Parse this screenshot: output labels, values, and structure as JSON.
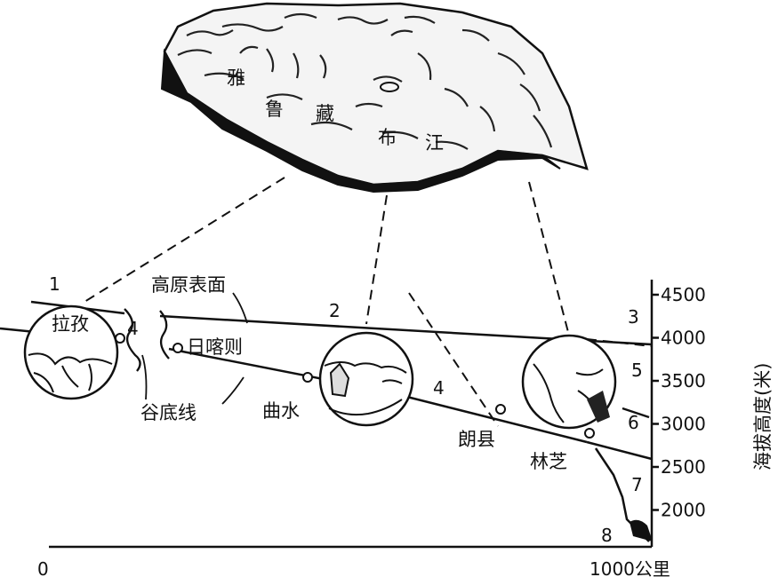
{
  "block_labels": {
    "c1": "雅",
    "c2": "鲁",
    "c3": "藏",
    "c4": "布",
    "c5": "江"
  },
  "places": {
    "lazi": "拉孜",
    "rikaze": "日喀则",
    "qushui": "曲水",
    "langxian": "朗县",
    "linzhi": "林芝"
  },
  "surface_labels": {
    "plateau": "高原表面",
    "valley": "谷底线"
  },
  "numbers": {
    "n1": "1",
    "n2": "2",
    "n3": "3",
    "n4a": "4",
    "n4b": "4",
    "n5": "5",
    "n6": "6",
    "n7": "7",
    "n8": "8"
  },
  "y_axis": {
    "title": "海拔高度(米)",
    "ticks": [
      "4500",
      "4000",
      "3500",
      "3000",
      "2500",
      "2000"
    ]
  },
  "x_axis": {
    "start": "0",
    "end": "1000公里"
  }
}
